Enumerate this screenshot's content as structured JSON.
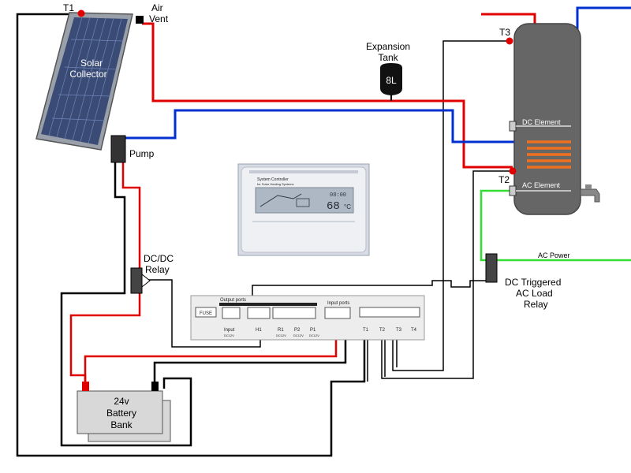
{
  "labels": {
    "t1": "T1",
    "air_vent_1": "Air",
    "air_vent_2": "Vent",
    "collector_1": "Solar",
    "collector_2": "Collector",
    "pump": "Pump",
    "expansion_1": "Expansion",
    "expansion_2": "Tank",
    "expansion_size": "8L",
    "t3": "T3",
    "t2": "T2",
    "dc_element": "DC Element",
    "ac_element": "AC Element",
    "ac_power": "AC Power",
    "relay_dc_1": "DC/DC",
    "relay_dc_2": "Relay",
    "relay_ac_1": "DC Triggered",
    "relay_ac_2": "AC Load",
    "relay_ac_3": "Relay",
    "battery_1": "24v",
    "battery_2": "Battery",
    "battery_3": "Bank"
  },
  "controller": {
    "brand": "System Controller",
    "sub": "for Solar Heating Systems",
    "reading": "68",
    "unit": "°C",
    "time": "08:00"
  },
  "board": {
    "fuse": "FUSE",
    "output_ports": "Output ports",
    "input_ports": "Input ports",
    "terms": [
      "Input",
      "H1",
      "R1",
      "P2",
      "P1",
      "T1",
      "T2",
      "T3",
      "T4"
    ],
    "dc12v": "DC12V"
  },
  "colors": {
    "hot": "#e00000",
    "cold": "#0030d0",
    "wire": "#000000",
    "ac": "#33dd33",
    "tank": "#666666",
    "coil": "#f07020",
    "battery": "#d8d8d8"
  }
}
